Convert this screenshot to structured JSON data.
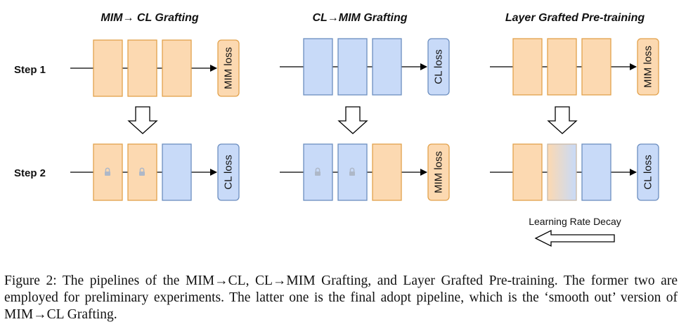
{
  "figure": {
    "columns": [
      {
        "title": "MIM→ CL Grafting",
        "step1_loss": "MIM loss",
        "step2_loss": "CL loss"
      },
      {
        "title": "CL→MIM Grafting",
        "step1_loss": "CL loss",
        "step2_loss": "MIM loss"
      },
      {
        "title": "Layer Grafted Pre-training",
        "step1_loss": "MIM loss",
        "step2_loss": "CL loss"
      }
    ],
    "step_labels": [
      "Step 1",
      "Step 2"
    ],
    "lr_decay_label": "Learning Rate Decay",
    "colors": {
      "orange_fill": "#fcd9b1",
      "orange_stroke": "#e2a24c",
      "blue_fill": "#c8daf8",
      "blue_stroke": "#6c8ebf",
      "lock": "#aeb8c8"
    }
  },
  "caption": {
    "text": "Figure 2: The pipelines of the MIM→CL, CL→MIM Grafting, and Layer Grafted Pre-training. The former two are employed for preliminary experiments. The latter one is the final adopt pipeline, which is the ‘smooth out’ version of MIM→CL Grafting."
  }
}
